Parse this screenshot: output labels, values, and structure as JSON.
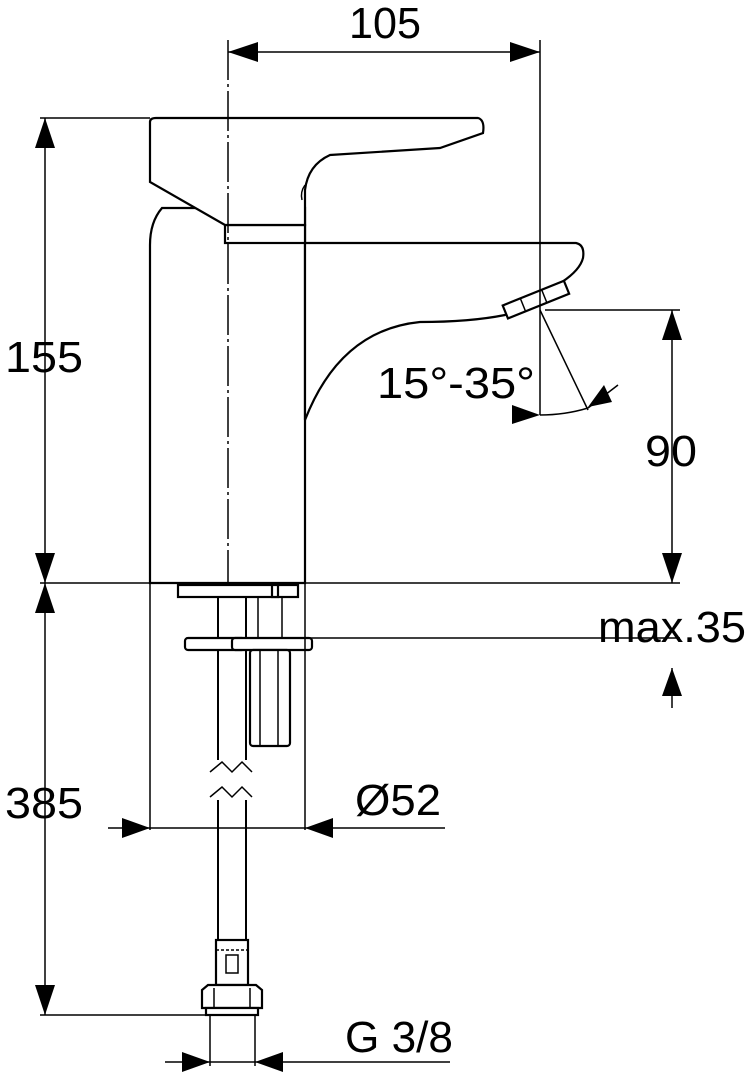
{
  "drawing": {
    "title": "Basin mixer dimension drawing",
    "dimensions": {
      "spout_reach": "105",
      "total_height": "155",
      "hose_length": "385",
      "spout_height": "90",
      "aerator_angle": "15°-35°",
      "max_counter_thickness": "max.35",
      "base_diameter": "Ø52",
      "connection_thread": "G 3/8"
    },
    "colors": {
      "line": "#000000",
      "background": "#ffffff"
    }
  }
}
